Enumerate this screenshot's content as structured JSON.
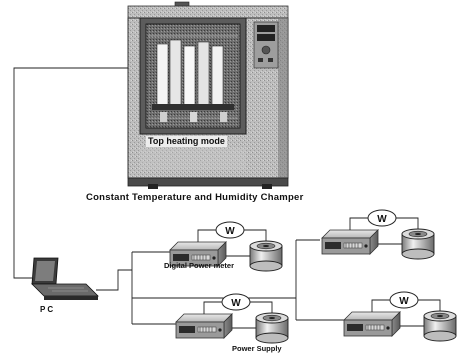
{
  "labels": {
    "chamber": "Constant Temperature and Humidity Champer",
    "top_heating": "Top heating mode",
    "digital_power_meter": "Digital Power meter",
    "power_supply": "Power Supply",
    "pc": "PC",
    "meter_symbol": "W"
  },
  "units": [
    {
      "id": "unit-1"
    },
    {
      "id": "unit-2"
    },
    {
      "id": "unit-3"
    },
    {
      "id": "unit-4"
    }
  ]
}
